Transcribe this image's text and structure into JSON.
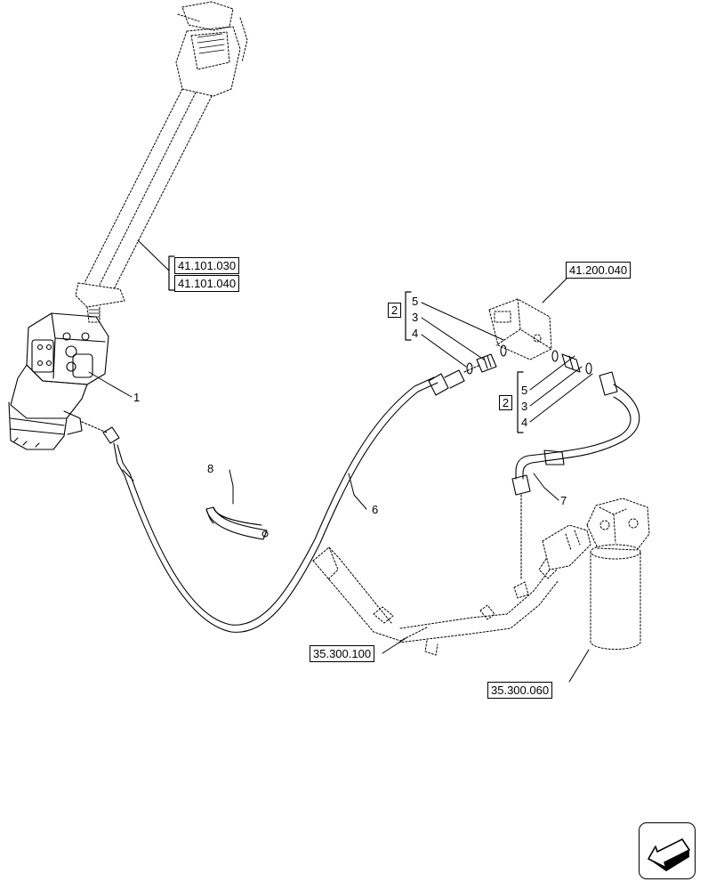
{
  "references": {
    "ref_41_101_030": "41.101.030",
    "ref_41_101_040": "41.101.040",
    "ref_41_200_040": "41.200.040",
    "ref_35_300_100": "35.300.100",
    "ref_35_300_060": "35.300.060"
  },
  "callouts": {
    "item_1": "1",
    "item_6": "6",
    "item_7": "7",
    "item_8": "8"
  },
  "group_left": {
    "qty": "2",
    "items": [
      "5",
      "3",
      "4"
    ]
  },
  "group_right": {
    "qty": "2",
    "items": [
      "5",
      "3",
      "4"
    ]
  },
  "icons": {
    "nav_button": "next-page-arrow-icon"
  }
}
